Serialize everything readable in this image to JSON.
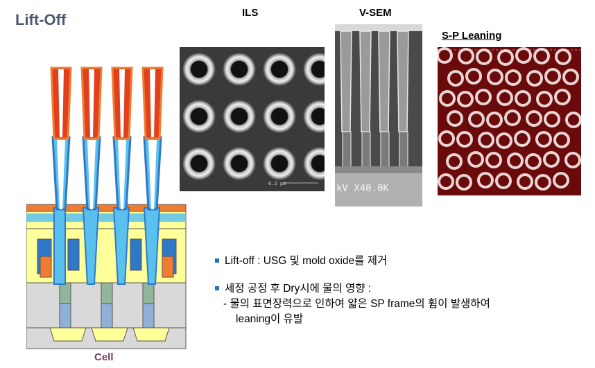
{
  "title": "Lift-Off",
  "images": {
    "ils": {
      "label": "ILS",
      "scale_text": "0.2 µm"
    },
    "vsem": {
      "label": "V-SEM",
      "mag_text": "kV  X40.0K"
    },
    "sp": {
      "label": "S-P Leaning"
    }
  },
  "diagram": {
    "cell_label": "Cell",
    "colors": {
      "red": "#e2401c",
      "orange": "#ee7d32",
      "blue": "#2f78c8",
      "lightblue": "#5ac1ee",
      "yellow": "#ffff99",
      "gray": "#d9d9d9",
      "darkgray": "#a6a6a6",
      "green": "#92b69c"
    }
  },
  "notes": {
    "bullet1": "Lift-off : USG 및 mold oxide를 제거",
    "bullet2": "세정 공정 후 Dry시에 물의 영향 :",
    "sub_line1": "- 물의 표면장력으로 인하여 얇은 SP frame의 휨이 발생하여",
    "sub_line2": "leaning이 유발"
  }
}
